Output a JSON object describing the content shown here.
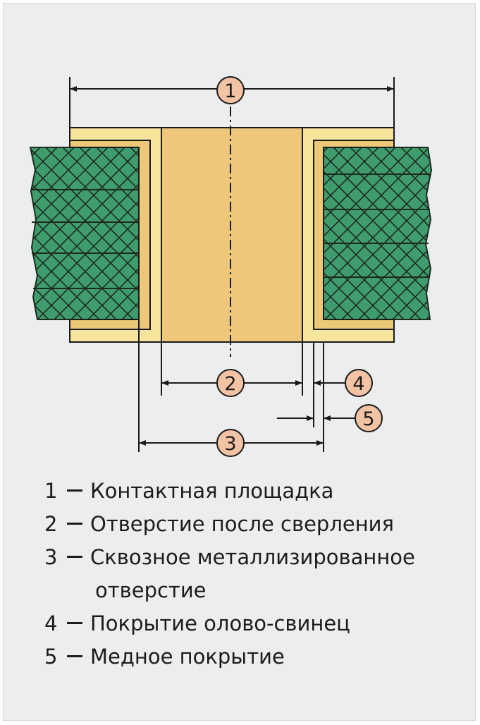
{
  "colors": {
    "panel": "#ecedef",
    "laminate": "#3f9d6d",
    "mesh": "#1c2a1f",
    "pad_yellow": "#f4e07c",
    "tin_lead": "#f6e59b",
    "copper": "#ecc978",
    "hole": "#efc77b",
    "callout_fill": "#f3c3a5",
    "ink": "#1a1a1a"
  },
  "callouts": [
    {
      "id": "1",
      "label": "1"
    },
    {
      "id": "2",
      "label": "2"
    },
    {
      "id": "3",
      "label": "3"
    },
    {
      "id": "4",
      "label": "4"
    },
    {
      "id": "5",
      "label": "5"
    }
  ],
  "legend": [
    {
      "num": "1",
      "text": "Контактная площадка"
    },
    {
      "num": "2",
      "text": "Отверстие после сверления"
    },
    {
      "num": "3",
      "text": "Сквозное металлизированное",
      "continuation": "отверстие"
    },
    {
      "num": "4",
      "text": "Покрытие олово-свинец"
    },
    {
      "num": "5",
      "text": "Медное покрытие"
    }
  ]
}
